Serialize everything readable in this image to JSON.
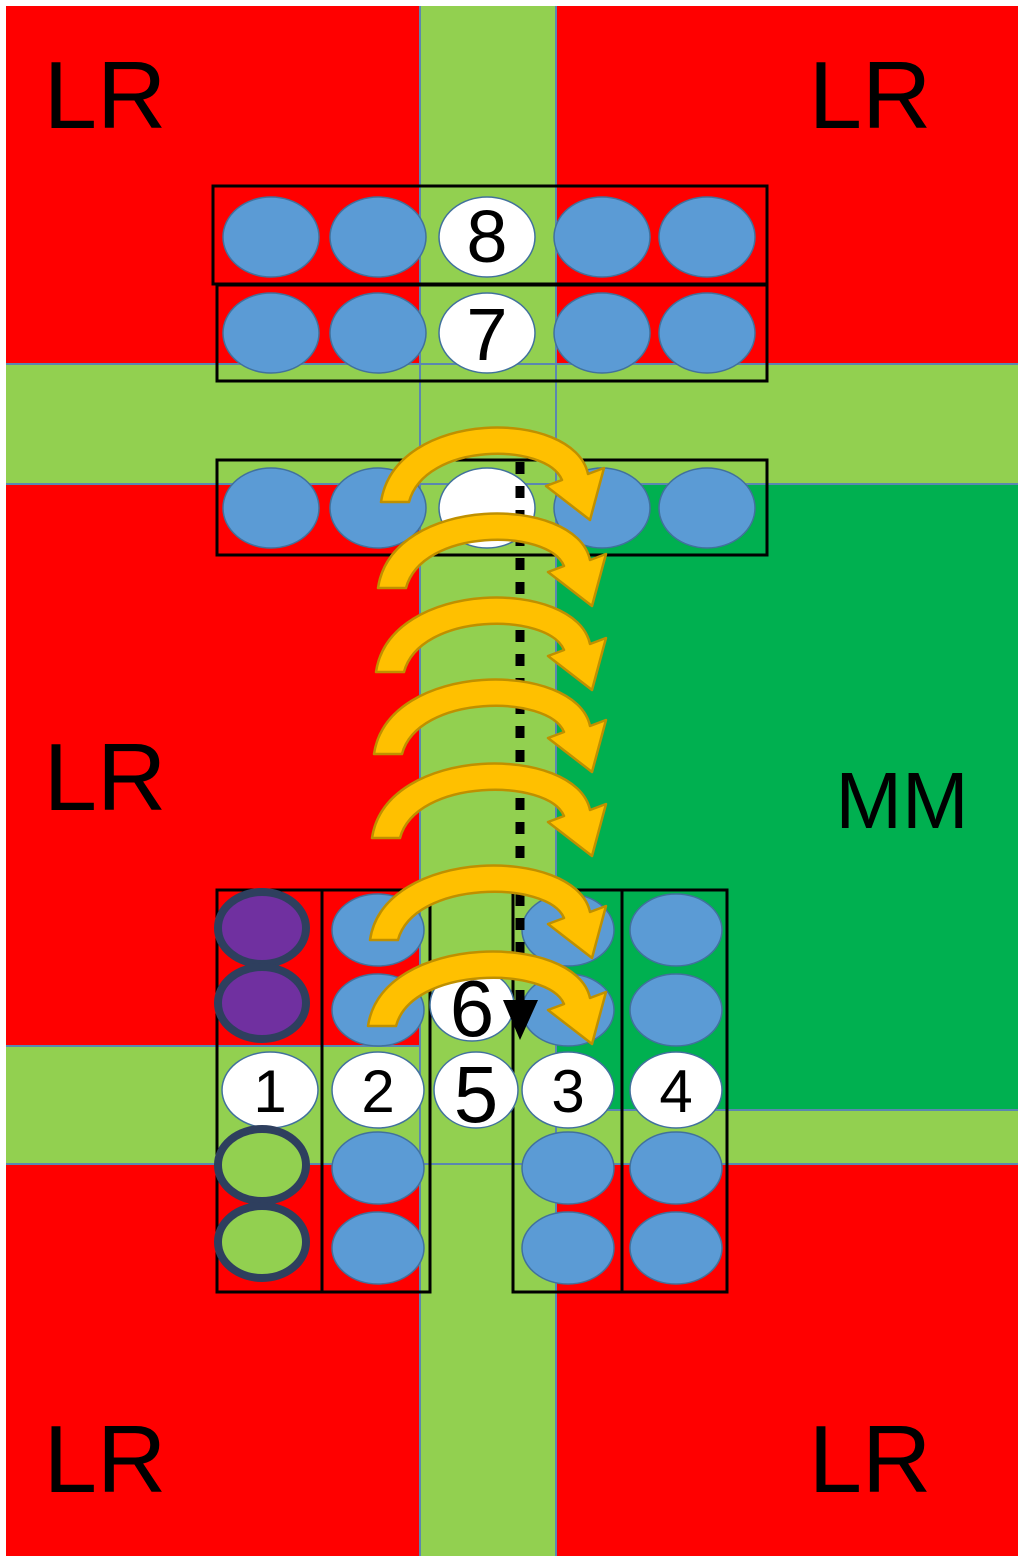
{
  "colors": {
    "lr_zone": "#ff0000",
    "mm_zone": "#00b050",
    "corridor": "#92d050",
    "plant": "#5b9bd5",
    "plant_outline": "#41719c",
    "numbered": "#ffffff",
    "purple": "#7030a0",
    "ring": "#2e3f5e",
    "arrow_fill": "#ffc000",
    "arrow_edge": "#bf9000",
    "path": "#000000"
  },
  "zones": {
    "lr_top_left": "LR",
    "lr_top_right": "LR",
    "lr_mid_left": "LR",
    "mm": "MM",
    "lr_bottom_left": "LR",
    "lr_bottom_right": "LR"
  },
  "numbers": {
    "n1": "1",
    "n2": "2",
    "n3": "3",
    "n4": "4",
    "n5": "5",
    "n6": "6",
    "n7": "7",
    "n8": "8"
  },
  "legend_icons": [
    "curved-arrow-icon",
    "dotted-path-arrow-icon"
  ]
}
